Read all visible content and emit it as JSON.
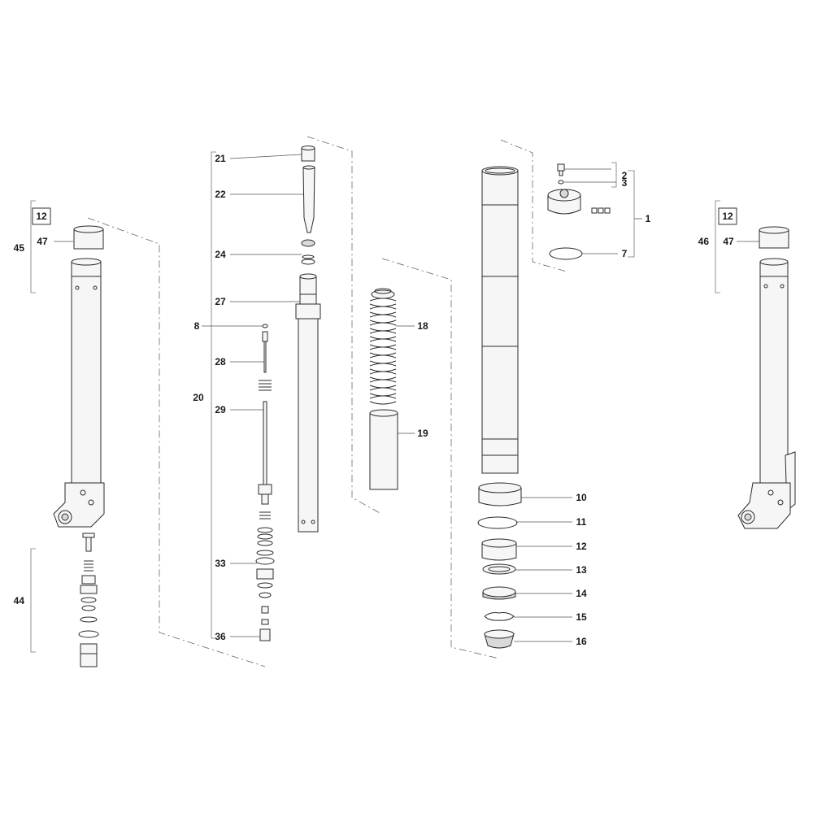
{
  "labels": {
    "l1": "1",
    "l2": "2",
    "l3": "3",
    "l7": "7",
    "l8": "8",
    "l10": "10",
    "l11": "11",
    "l12": "12",
    "l13": "13",
    "l14": "14",
    "l15": "15",
    "l16": "16",
    "l18": "18",
    "l19": "19",
    "l20": "20",
    "l21": "21",
    "l22": "22",
    "l24": "24",
    "l27": "27",
    "l28": "28",
    "l29": "29",
    "l33": "33",
    "l36": "36",
    "l44": "44",
    "l45": "45",
    "l46": "46",
    "l47a": "47",
    "l47b": "47",
    "box12a": "12",
    "box12b": "12"
  }
}
